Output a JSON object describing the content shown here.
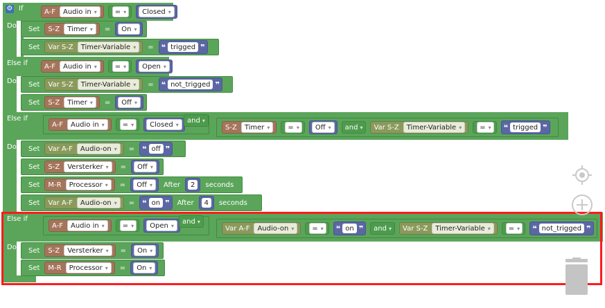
{
  "keywords": {
    "if": "If",
    "do": "Do",
    "else_if": "Else if",
    "set": "Set"
  },
  "blocks": {
    "if1": {
      "cond": {
        "category": "A-F",
        "device": "Audio in",
        "op": "=",
        "value": "Closed"
      }
    },
    "do1": [
      {
        "category": "S-Z",
        "device": "Timer",
        "op": "=",
        "value": "On"
      },
      {
        "category": "Var S-Z",
        "device": "Timer-Variable",
        "op": "=",
        "string": "trigged"
      }
    ],
    "elseif1": {
      "cond": {
        "category": "A-F",
        "device": "Audio in",
        "op": "=",
        "value": "Open"
      }
    },
    "do2": [
      {
        "category": "Var S-Z",
        "device": "Timer-Variable",
        "op": "=",
        "string": "not_trigged"
      },
      {
        "category": "S-Z",
        "device": "Timer",
        "op": "=",
        "value": "Off"
      }
    ],
    "elseif2": {
      "c1": {
        "category": "A-F",
        "device": "Audio in",
        "op": "=",
        "value": "Closed"
      },
      "and1": "and",
      "c2": {
        "category": "S-Z",
        "device": "Timer",
        "op": "=",
        "value": "Off"
      },
      "and2": "and",
      "c3": {
        "category": "Var S-Z",
        "device": "Timer-Variable",
        "op": "=",
        "string": "trigged"
      }
    },
    "do3": [
      {
        "category": "Var A-F",
        "device": "Audio-on",
        "op": "=",
        "string": "off"
      },
      {
        "category": "S-Z",
        "device": "Versterker",
        "op": "=",
        "value": "Off"
      },
      {
        "category": "M-R",
        "device": "Processor",
        "op": "=",
        "value": "Off",
        "after": "After",
        "seconds": "2",
        "seconds_label": "seconds"
      },
      {
        "category": "Var A-F",
        "device": "Audio-on",
        "op": "=",
        "string": "on",
        "after": "After",
        "seconds": "4",
        "seconds_label": "seconds"
      }
    ],
    "elseif3": {
      "c1": {
        "category": "A-F",
        "device": "Audio in",
        "op": "=",
        "value": "Open"
      },
      "and1": "and",
      "c2": {
        "category": "Var A-F",
        "device": "Audio-on",
        "op": "=",
        "string": "on"
      },
      "and2": "and",
      "c3": {
        "category": "Var S-Z",
        "device": "Timer-Variable",
        "op": "=",
        "string": "not_trigged"
      }
    },
    "do4": [
      {
        "category": "S-Z",
        "device": "Versterker",
        "op": "=",
        "value": "On"
      },
      {
        "category": "M-R",
        "device": "Processor",
        "op": "=",
        "value": "On"
      }
    ]
  },
  "icons": {
    "gear": "gear-icon",
    "center": "crosshair-icon",
    "zoom_in": "zoom-in-icon",
    "trash": "trash-icon"
  },
  "colors": {
    "logic_green": "#5ba55b",
    "device_brown": "#a5745b",
    "variable_olive": "#8a9a5b",
    "value_blue": "#5b67a5",
    "highlight_red": "#ff1a1a"
  }
}
